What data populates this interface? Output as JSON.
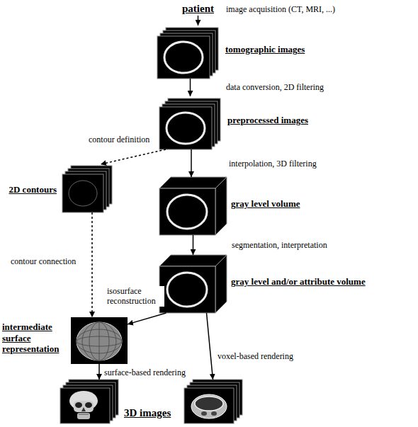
{
  "diagram": {
    "nodes": [
      {
        "text": [
          "patient"
        ]
      },
      {
        "text": [
          "tomographic images"
        ]
      },
      {
        "text": [
          "preprocessed images"
        ]
      },
      {
        "text": [
          "2D contours"
        ]
      },
      {
        "text": [
          "gray level volume"
        ]
      },
      {
        "text": [
          "gray level and/or attribute volume"
        ]
      },
      {
        "text": [
          "intermediate surface representation"
        ]
      },
      {
        "text": [
          "3D images"
        ]
      }
    ],
    "edges": [
      {
        "from": 0,
        "to": 1,
        "arrow": "to",
        "label": "image acquisition (CT, MRI, ...)"
      },
      {
        "from": 1,
        "to": 2,
        "arrow": "to",
        "label": "data conversion, 2D filtering"
      },
      {
        "from": 2,
        "to": 3,
        "arrow": "to",
        "label": "contour definition"
      },
      {
        "from": 2,
        "to": 4,
        "arrow": "to",
        "label": "interpolation, 3D filtering"
      },
      {
        "from": 4,
        "to": 5,
        "arrow": "to",
        "label": "segmentation, interpretation"
      },
      {
        "from": 3,
        "to": 6,
        "arrow": "to",
        "label": "contour connection"
      },
      {
        "from": 5,
        "to": 6,
        "arrow": "to",
        "label": "isosurface reconstruction"
      },
      {
        "from": 6,
        "to": 7,
        "arrow": "to",
        "label": "surface-based rendering"
      },
      {
        "from": 5,
        "to": 7,
        "arrow": "to",
        "label": "voxel-based rendering"
      }
    ]
  }
}
